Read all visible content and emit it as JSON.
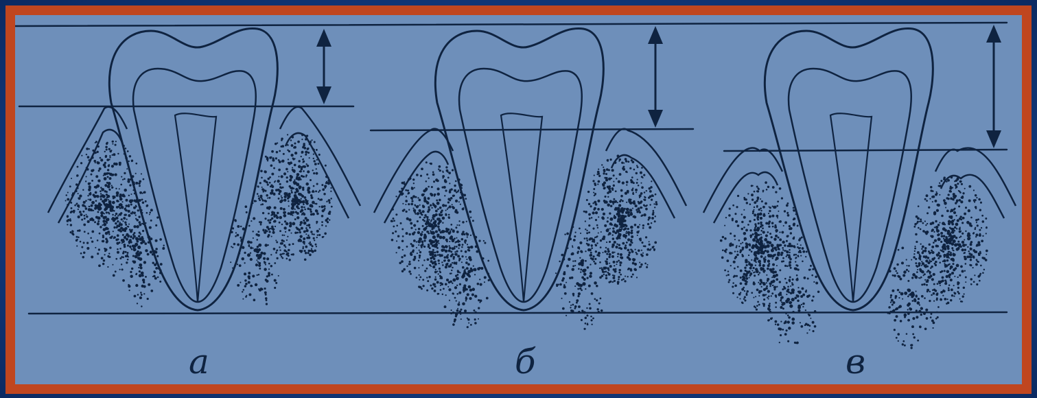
{
  "diagram": {
    "panels": [
      {
        "id": "a",
        "label": "а",
        "gum_level": "high"
      },
      {
        "id": "b",
        "label": "б",
        "gum_level": "middle"
      },
      {
        "id": "c",
        "label": "в",
        "gum_level": "low"
      }
    ],
    "colors": {
      "frame": "#c0461f",
      "background": "#6e8fba",
      "line": "#0f2340",
      "slide": "#143c80"
    },
    "icons": [
      "double-arrow-icon",
      "tooth-icon"
    ]
  }
}
